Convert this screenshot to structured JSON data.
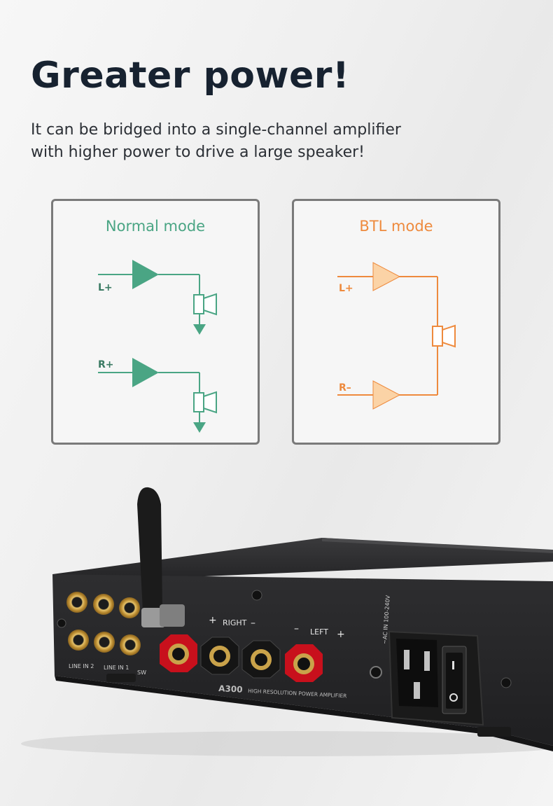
{
  "headline": "Greater power!",
  "subtitle": {
    "line1": "It can be bridged into a single-channel amplifier",
    "line2": "with higher power to drive a large speaker!"
  },
  "modes": {
    "normal": {
      "title": "Normal mode",
      "color": "#4aa584",
      "inputs": [
        "L+",
        "R+"
      ]
    },
    "btl": {
      "title": "BTL mode",
      "color": "#ee8a3d",
      "fill": "#fbd3a6",
      "inputs": [
        "L+",
        "R–"
      ]
    }
  },
  "device": {
    "channel_right": "RIGHT",
    "channel_left": "LEFT",
    "plus_sign": "+",
    "minus_sign": "–",
    "input_labels": [
      "LINE IN 2",
      "LINE IN 1",
      "SW"
    ],
    "model": "A300",
    "model_subtitle": "HIGH RESOLUTION POWER AMPLIFIER",
    "ac_label": "~AC IN 100-240V",
    "colors": {
      "body": "#2b2b2d",
      "red_post": "#c8101c",
      "gold": "#c9a24a"
    }
  }
}
